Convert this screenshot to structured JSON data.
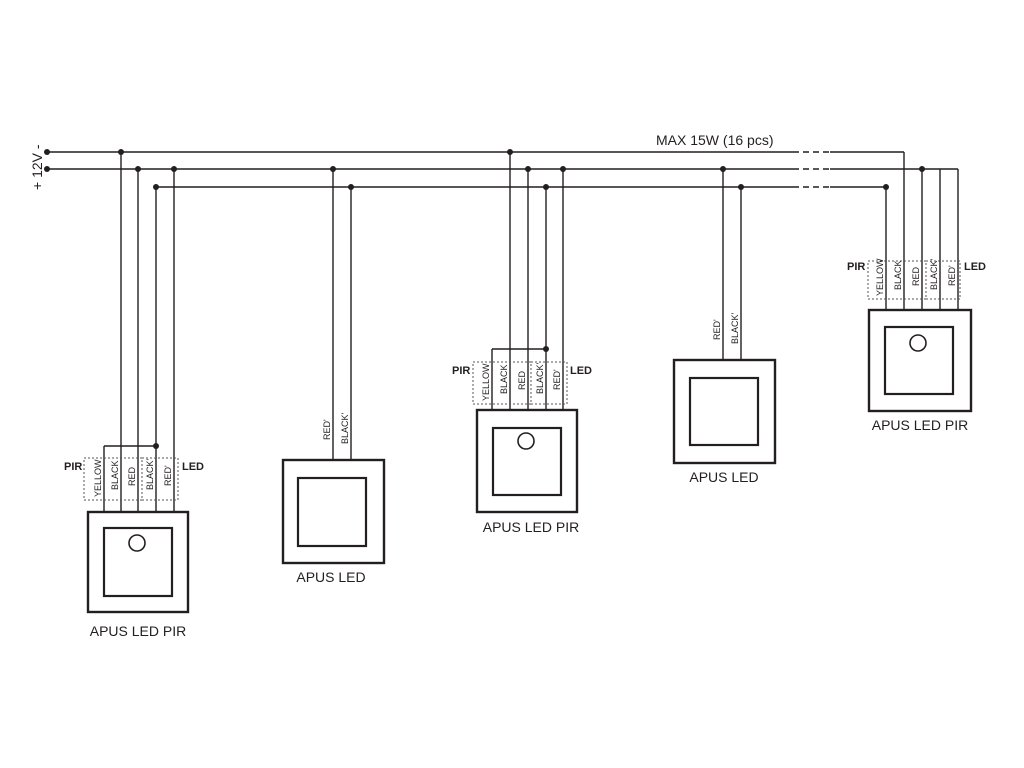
{
  "supply": {
    "label": "+ 12V -"
  },
  "max_label": "MAX 15W (16 pcs)",
  "devices": [
    {
      "id": "d1",
      "type": "pir",
      "name": "APUS LED PIR",
      "group_left": "PIR",
      "group_right": "LED",
      "wires": [
        "YELLOW",
        "BLACK",
        "RED",
        "BLACK'",
        "RED'"
      ]
    },
    {
      "id": "d2",
      "type": "led",
      "name": "APUS LED",
      "wires": [
        "RED'",
        "BLACK'"
      ]
    },
    {
      "id": "d3",
      "type": "pir",
      "name": "APUS LED PIR",
      "group_left": "PIR",
      "group_right": "LED",
      "wires": [
        "YELLOW",
        "BLACK",
        "RED",
        "BLACK'",
        "RED'"
      ]
    },
    {
      "id": "d4",
      "type": "led",
      "name": "APUS LED",
      "wires": [
        "RED'",
        "BLACK'"
      ]
    },
    {
      "id": "d5",
      "type": "pir",
      "name": "APUS LED PIR",
      "group_left": "PIR",
      "group_right": "LED",
      "wires": [
        "YELLOW",
        "BLACK",
        "RED",
        "BLACK'",
        "RED'"
      ]
    }
  ]
}
